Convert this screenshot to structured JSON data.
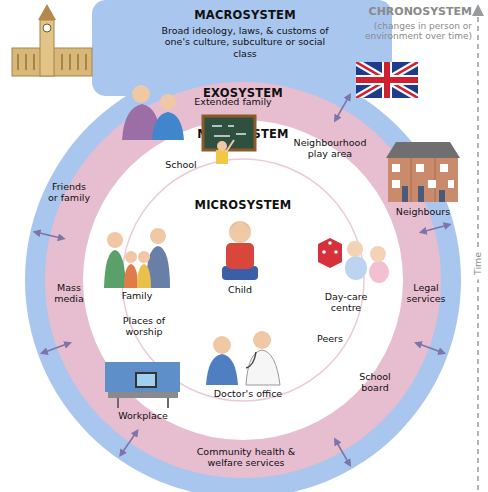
{
  "diagram": {
    "nodes": [
      {
        "text": [
          "MACROSYSTEM",
          "Broad ideology, laws, & customs of one's culture, subculture or social class"
        ]
      },
      {
        "text": [
          "EXOSYSTEM"
        ],
        "in": 0
      },
      {
        "text": [
          "MESOSYSTEM"
        ],
        "in": 1
      },
      {
        "text": [
          "MICROSYSTEM"
        ],
        "in": 2
      }
    ],
    "labels": [
      "CHRONOSYSTEM",
      "(changes in person or environment over time)",
      "Time",
      "Extended family",
      "Friends or family",
      "Neighbours",
      "Mass media",
      "Legal services",
      "Workplace",
      "School board",
      "Community health & welfare services",
      "School",
      "Neighbourhood play area",
      "Family",
      "Child",
      "Day-care centre",
      "Places of worship",
      "Peers",
      "Doctor's office"
    ]
  }
}
